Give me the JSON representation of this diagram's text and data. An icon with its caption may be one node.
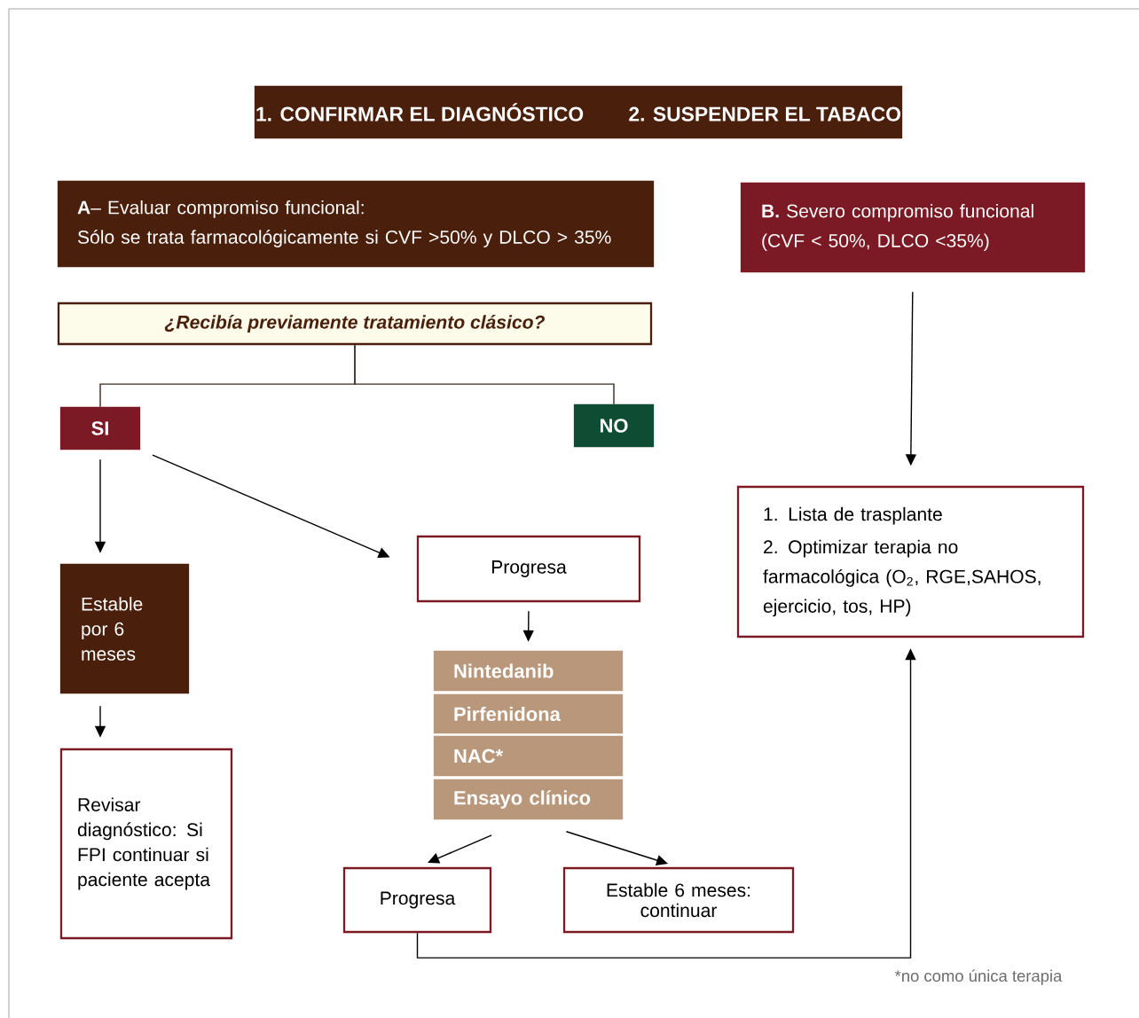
{
  "diagram": {
    "nodes": [
      {
        "text": [
          "1. CONFIRMAR EL DIAGNÓSTICO",
          "2. SUSPENDER EL TABACO"
        ]
      },
      {
        "text": [
          "**A**– Evaluar compromiso funcional:",
          "Sólo se trata farmacológicamente si CVF >50% y DLCO > 35%"
        ]
      },
      {
        "text": [
          "**B.** Severo compromiso funcional (CVF < 50%, DLCO <35%)"
        ]
      },
      {
        "text": [
          "¿Recibía previamente tratamiento clásico?"
        ]
      },
      {
        "text": [
          "SI"
        ]
      },
      {
        "text": [
          "NO"
        ]
      },
      {
        "text": [
          "Estable por 6 meses"
        ]
      },
      {
        "text": [
          "Revisar diagnóstico: Si FPI continuar si paciente acepta"
        ]
      },
      {
        "text": [
          "Progresa"
        ]
      },
      {
        "text": [
          "Nintedanib"
        ]
      },
      {
        "text": [
          "Pirfenidona"
        ]
      },
      {
        "text": [
          "NAC*"
        ]
      },
      {
        "text": [
          "Ensayo clínico"
        ]
      },
      {
        "text": [
          "Progresa"
        ]
      },
      {
        "text": [
          "Estable 6 meses: continuar"
        ]
      },
      {
        "text": [
          "1. Lista de trasplante",
          "2. Optimizar terapia no farmacológica (O$_{2}$, RGE,SAHOS, ejercicio, tos, HP)"
        ]
      }
    ],
    "edges": [
      {
        "from": 3,
        "to": 4,
        "arrow": "none"
      },
      {
        "from": 3,
        "to": 5,
        "arrow": "none"
      },
      {
        "from": 4,
        "to": 6,
        "arrow": "to"
      },
      {
        "from": 4,
        "to": 8,
        "arrow": "to"
      },
      {
        "from": 6,
        "to": 7,
        "arrow": "to"
      },
      {
        "from": 8,
        "to": 9,
        "arrow": "to"
      },
      {
        "from": 12,
        "to": 13,
        "arrow": "to"
      },
      {
        "from": 12,
        "to": 14,
        "arrow": "to"
      },
      {
        "from": 2,
        "to": 15,
        "arrow": "to"
      },
      {
        "from": 13,
        "to": 15,
        "arrow": "to"
      }
    ],
    "labels": [
      "*no como única terapia"
    ]
  }
}
